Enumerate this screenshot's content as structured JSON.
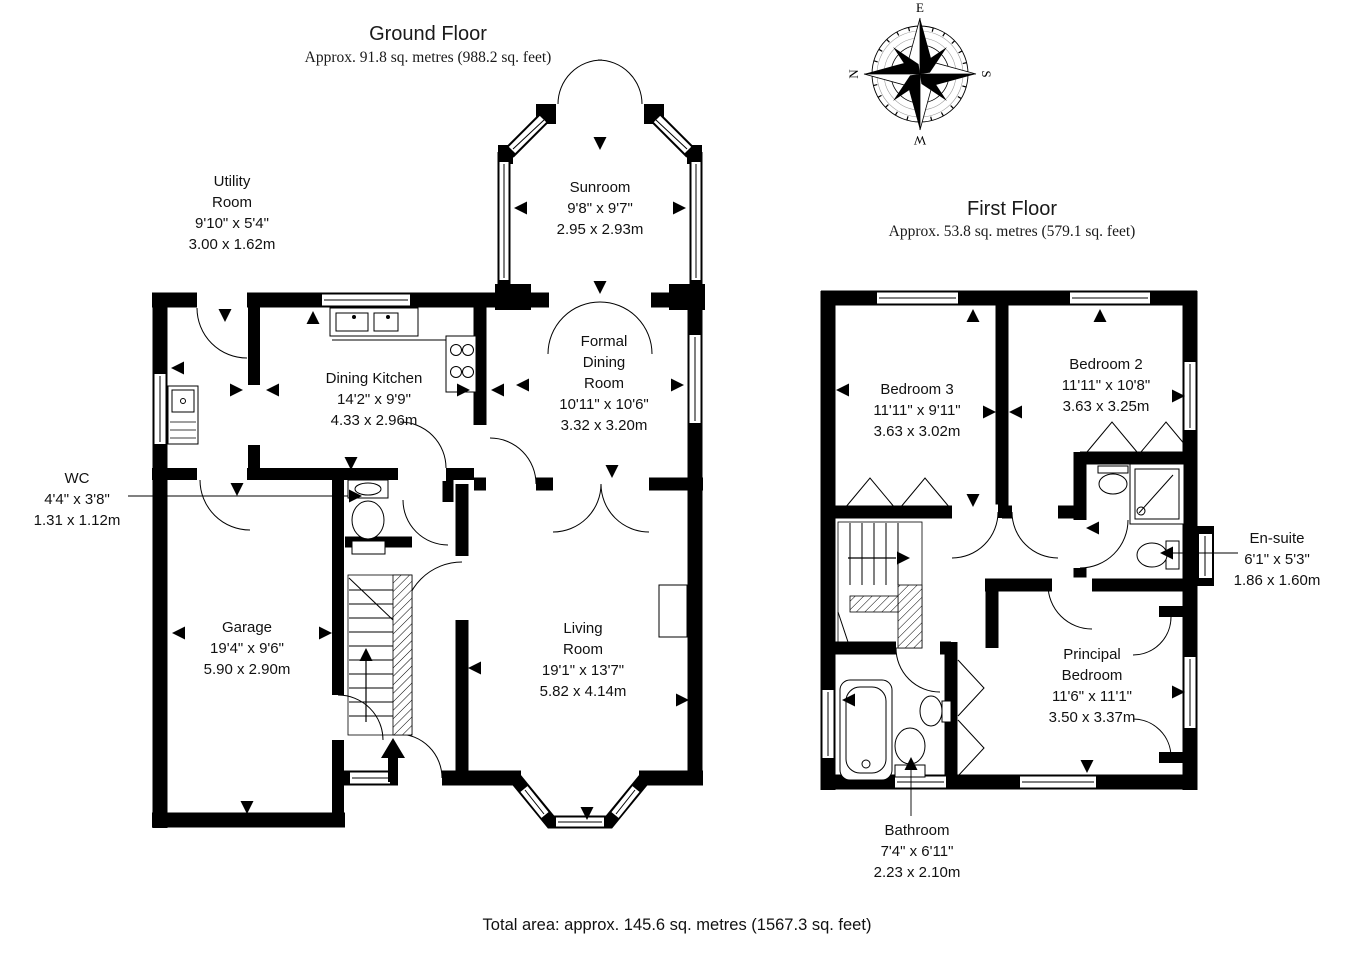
{
  "ground_floor": {
    "title": "Ground Floor",
    "area": "Approx. 91.8 sq. metres (988.2 sq. feet)",
    "rooms": {
      "utility": {
        "name1": "Utility",
        "name2": "Room",
        "imperial": "9'10\" x 5'4\"",
        "metric": "3.00 x 1.62m"
      },
      "sunroom": {
        "name1": "Sunroom",
        "imperial": "9'8\" x 9'7\"",
        "metric": "2.95 x 2.93m"
      },
      "dining_kitchen": {
        "name1": "Dining Kitchen",
        "imperial": "14'2\" x 9'9\"",
        "metric": "4.33 x 2.96m"
      },
      "formal_dining": {
        "name1": "Formal",
        "name2": "Dining",
        "name3": "Room",
        "imperial": "10'11\" x 10'6\"",
        "metric": "3.32 x 3.20m"
      },
      "wc": {
        "name1": "WC",
        "imperial": "4'4\" x 3'8\"",
        "metric": "1.31 x 1.12m"
      },
      "garage": {
        "name1": "Garage",
        "imperial": "19'4\" x 9'6\"",
        "metric": "5.90 x 2.90m"
      },
      "living": {
        "name1": "Living",
        "name2": "Room",
        "imperial": "19'1\" x 13'7\"",
        "metric": "5.82 x 4.14m"
      }
    }
  },
  "first_floor": {
    "title": "First Floor",
    "area": "Approx. 53.8 sq. metres (579.1 sq. feet)",
    "rooms": {
      "bedroom3": {
        "name1": "Bedroom 3",
        "imperial": "11'11\" x 9'11\"",
        "metric": "3.63 x 3.02m"
      },
      "bedroom2": {
        "name1": "Bedroom 2",
        "imperial": "11'11\" x 10'8\"",
        "metric": "3.63 x 3.25m"
      },
      "ensuite": {
        "name1": "En-suite",
        "imperial": "6'1\" x 5'3\"",
        "metric": "1.86 x 1.60m"
      },
      "principal": {
        "name1": "Principal",
        "name2": "Bedroom",
        "imperial": "11'6\" x 11'1\"",
        "metric": "3.50 x 3.37m"
      },
      "bathroom": {
        "name1": "Bathroom",
        "imperial": "7'4\" x 6'11\"",
        "metric": "2.23 x 2.10m"
      }
    }
  },
  "compass": {
    "north": "N",
    "east": "E",
    "south": "S",
    "west": "W"
  },
  "footer": {
    "total_area": "Total area: approx. 145.6 sq. metres (1567.3 sq. feet)"
  },
  "colors": {
    "wall": "#000000",
    "background": "#ffffff",
    "light_ring": "#999999"
  }
}
